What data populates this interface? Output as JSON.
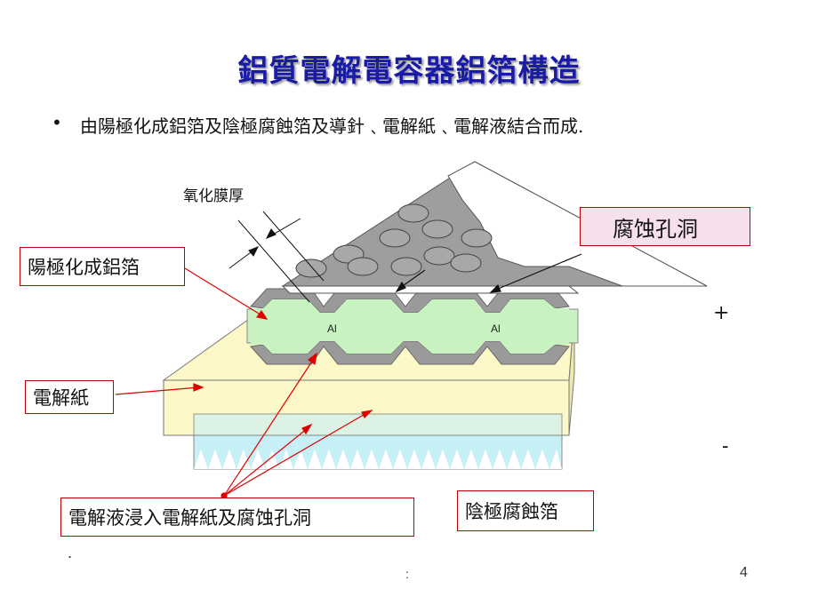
{
  "title": "鋁質電解電容器鋁箔構造",
  "bullet": {
    "marker": "•",
    "text": "由陽極化成鋁箔及陰極腐蝕箔及導針﹑電解紙﹑電解液結合而成."
  },
  "labels": {
    "oxide_thickness": "氧化膜厚",
    "anode_foil": "陽極化成鋁箔",
    "etch_holes": "腐蚀孔洞",
    "paper": "電解紙",
    "electrolyte": "電解液浸入電解紙及腐蚀孔洞",
    "cathode_foil": "陰極腐蝕箔",
    "al_left": "Al",
    "al_right": "Al",
    "plus": "+",
    "minus": "-",
    "dot": ".",
    "footer_colon": ":",
    "page_number": "4"
  },
  "colors": {
    "title": "#1a1aa8",
    "oxide_layer": "#9a9a9a",
    "aluminum": "#c8f2c0",
    "paper": "#fdf8c8",
    "cathode": "#c6eff6",
    "arrows": "#e00000",
    "box_border": "#c00000"
  }
}
